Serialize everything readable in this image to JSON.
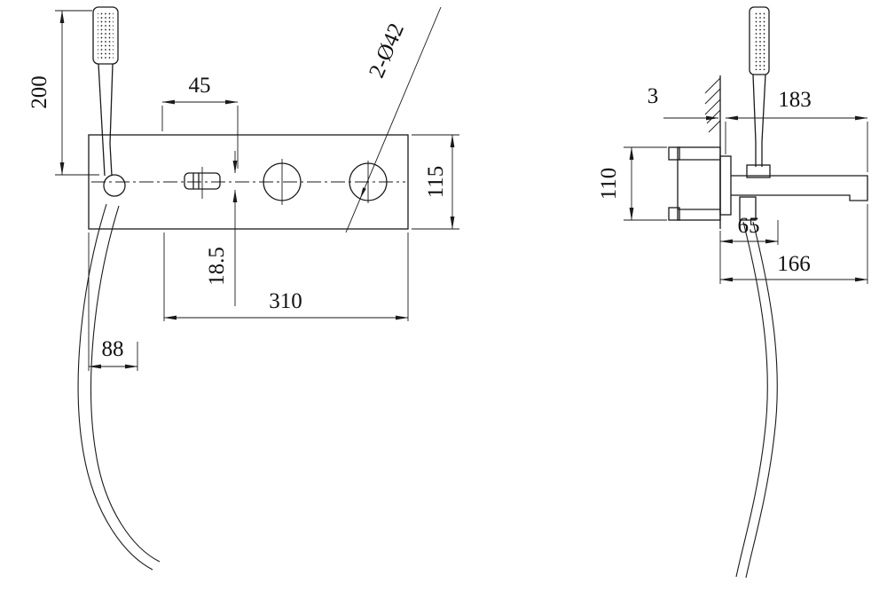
{
  "drawing": {
    "front_view": {
      "dim_200": "200",
      "dim_45": "45",
      "hole_note": "2-Ø42",
      "dim_115": "115",
      "dim_18_5": "18.5",
      "dim_310": "310",
      "dim_88": "88"
    },
    "side_view": {
      "dim_3": "3",
      "dim_183": "183",
      "dim_110": "110",
      "dim_65": "65",
      "dim_166": "166"
    },
    "colors": {
      "line": "#1a1a1a",
      "text": "#111111",
      "background": "#ffffff"
    }
  }
}
